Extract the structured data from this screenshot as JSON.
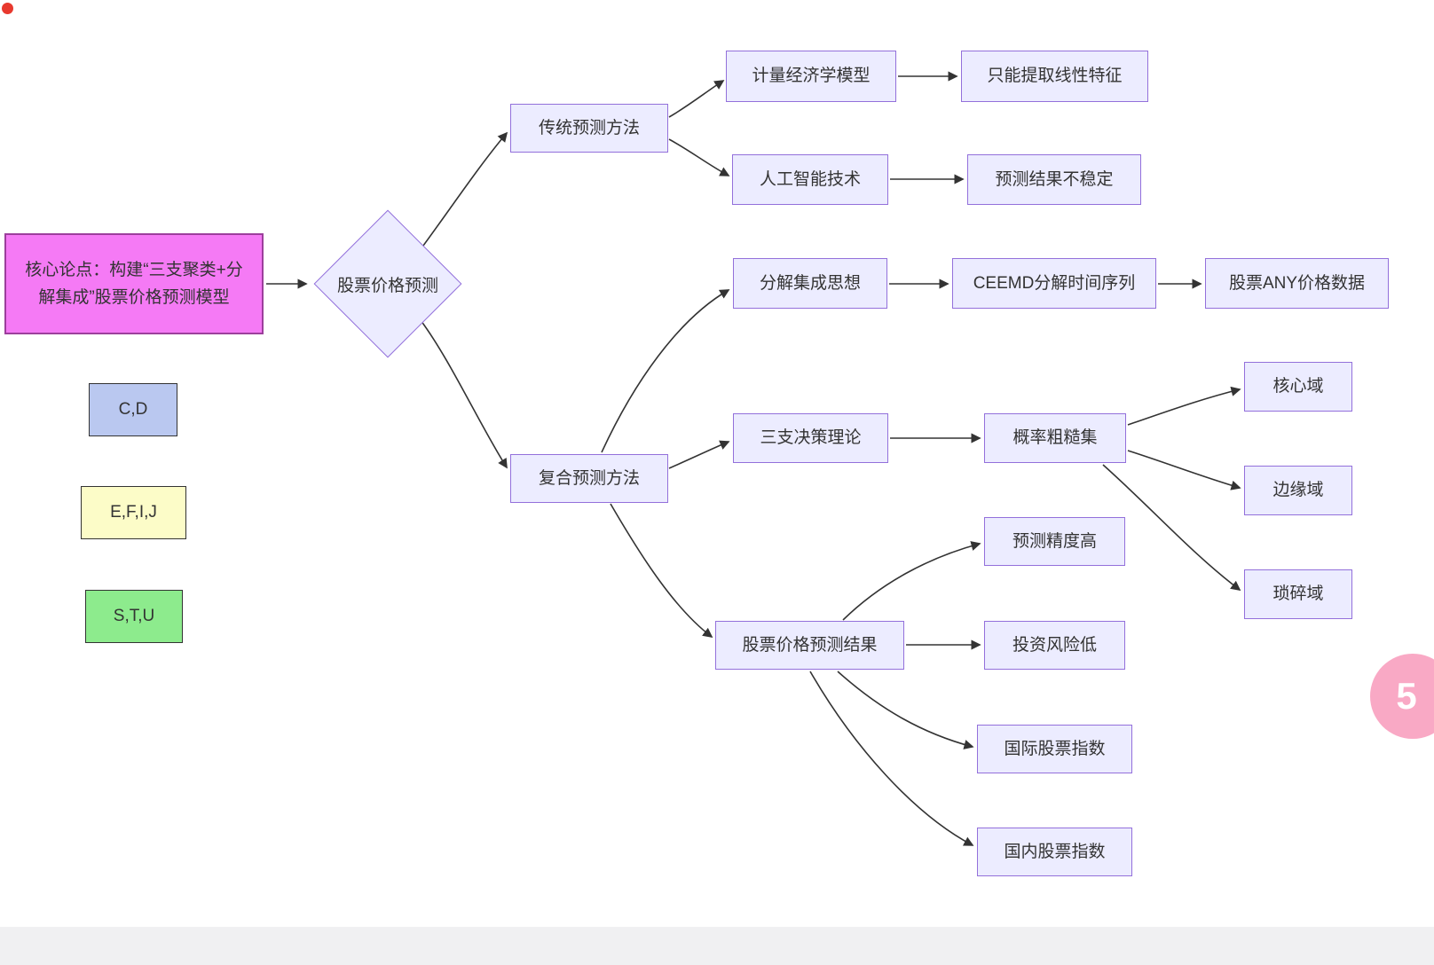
{
  "diagram": {
    "root": {
      "label": "核心论点：构建“三支聚类+分解集成”股票价格预测模型"
    },
    "decision": {
      "label": "股票价格预测"
    },
    "nodes": {
      "traditional": {
        "label": "传统预测方法"
      },
      "econometric": {
        "label": "计量经济学模型"
      },
      "linear_only": {
        "label": "只能提取线性特征"
      },
      "ai": {
        "label": "人工智能技术"
      },
      "unstable": {
        "label": "预测结果不稳定"
      },
      "composite": {
        "label": "复合预测方法"
      },
      "decomposition": {
        "label": "分解集成思想"
      },
      "ceemd": {
        "label": "CEEMD分解时间序列"
      },
      "any_price": {
        "label": "股票ANY价格数据"
      },
      "three_way": {
        "label": "三支决策理论"
      },
      "rough_set": {
        "label": "概率粗糙集"
      },
      "core_region": {
        "label": "核心域"
      },
      "boundary_region": {
        "label": "边缘域"
      },
      "trivial_region": {
        "label": "琐碎域"
      },
      "result": {
        "label": "股票价格预测结果"
      },
      "high_accuracy": {
        "label": "预测精度高"
      },
      "low_risk": {
        "label": "投资风险低"
      },
      "intl_index": {
        "label": "国际股票指数"
      },
      "domestic_index": {
        "label": "国内股票指数"
      }
    },
    "legend": [
      {
        "label": "C,D",
        "color": "#bac8f0"
      },
      {
        "label": "E,F,I,J",
        "color": "#fcfcc8"
      },
      {
        "label": "S,T,U",
        "color": "#8deb8d"
      }
    ],
    "colors": {
      "node_fill": "#ececff",
      "node_border": "#9370db",
      "root_fill": "#f57af5",
      "root_border": "#9c3f9c",
      "edge": "#333333"
    }
  },
  "watermark": {
    "glyph": "5",
    "color": "#f9a9c5"
  }
}
